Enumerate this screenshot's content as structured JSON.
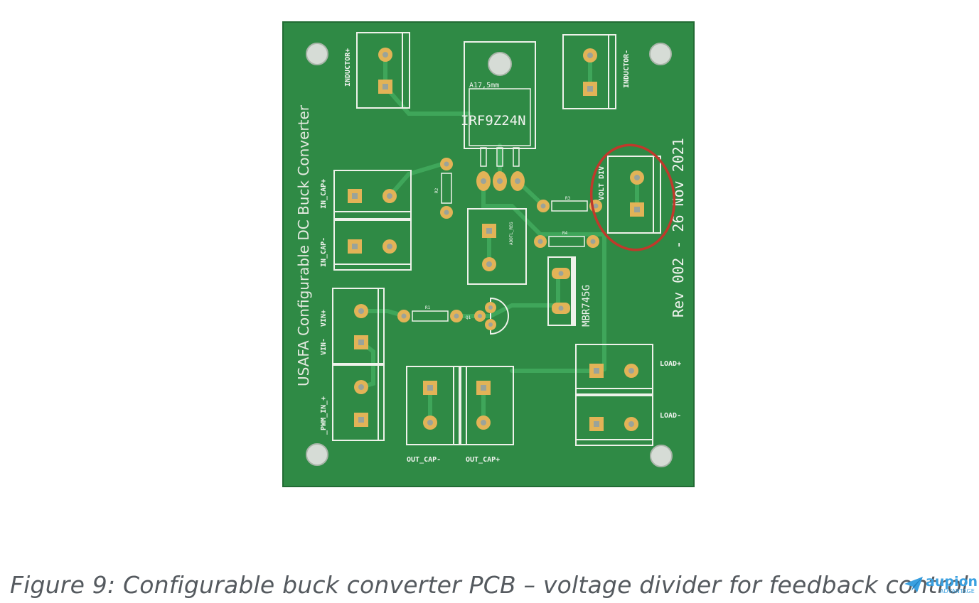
{
  "figure": {
    "caption": "Figure 9: Configurable buck converter PCB – voltage divider for feedback control",
    "board": {
      "title": "USAFA Configurable DC Buck Converter",
      "revision": "Rev 002 - 26 Nov 2021",
      "mosfet_part": "IRF9Z24N",
      "mosfet_spec": "A17,5mm",
      "diode_part": "MBR745G",
      "connectors": {
        "inductor_pos": "INDUCTOR+",
        "inductor_neg": "INDUCTOR-",
        "in_cap_pos": "IN_CAP+",
        "in_cap_neg": "IN_CAP-",
        "vin_pos": "VIN+",
        "vin_neg": "VIN-",
        "pwm_in": "_PWM_IN_+",
        "out_cap_neg": "OUT_CAP-",
        "out_cap_pos": "OUT_CAP+",
        "load_pos": "LOAD+",
        "load_neg": "LOAD-",
        "volt_div": "VOLT DIV"
      },
      "small_labels": {
        "r1": "R1",
        "r2": "R2",
        "r3": "R3",
        "r4": "R4",
        "ic": "ADDTL_REG",
        "q1": "Q1"
      }
    },
    "highlight_color": "#c0392b",
    "board_color": "#2f8a45",
    "pad_color": "#e2b357"
  },
  "watermark": {
    "brand": "aupion",
    "sub": "ADVANTAGE"
  }
}
